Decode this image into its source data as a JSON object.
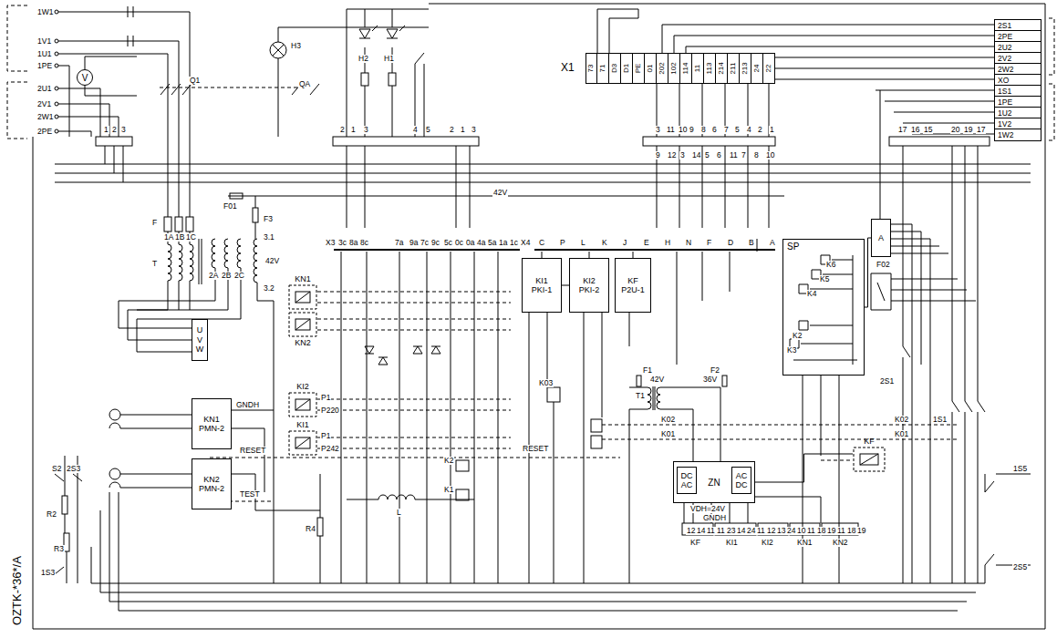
{
  "diagram": {
    "nodes": [
      {
        "text": [
          "X1"
        ]
      },
      {
        "text": [
          "73"
        ],
        "in": 0
      },
      {
        "text": [
          "71"
        ],
        "in": 0
      },
      {
        "text": [
          "D3"
        ],
        "in": 0
      },
      {
        "text": [
          "D1"
        ],
        "in": 0
      },
      {
        "text": [
          "PE"
        ],
        "in": 0
      },
      {
        "text": [
          "01"
        ],
        "in": 0
      },
      {
        "text": [
          "202"
        ],
        "in": 0
      },
      {
        "text": [
          "102"
        ],
        "in": 0
      },
      {
        "text": [
          "114"
        ],
        "in": 0
      },
      {
        "text": [
          "11"
        ],
        "in": 0
      },
      {
        "text": [
          "113"
        ],
        "in": 0
      },
      {
        "text": [
          "214"
        ],
        "in": 0
      },
      {
        "text": [
          "211"
        ],
        "in": 0
      },
      {
        "text": [
          "213"
        ],
        "in": 0
      },
      {
        "text": [
          "24"
        ],
        "in": 0
      },
      {
        "text": [
          "22"
        ],
        "in": 0
      },
      {
        "text": [
          "2S1"
        ]
      },
      {
        "text": [
          "2PE"
        ]
      },
      {
        "text": [
          "2U2"
        ]
      },
      {
        "text": [
          "2V2"
        ]
      },
      {
        "text": [
          "2W2"
        ]
      },
      {
        "text": [
          "XO"
        ]
      },
      {
        "text": [
          "1S1"
        ]
      },
      {
        "text": [
          "1PE"
        ]
      },
      {
        "text": [
          "1U2"
        ]
      },
      {
        "text": [
          "1V2"
        ]
      },
      {
        "text": [
          "1W2"
        ]
      },
      {
        "text": [
          "KI1",
          "PKI-1"
        ]
      },
      {
        "text": [
          "KI2",
          "PKI-2"
        ]
      },
      {
        "text": [
          "KF",
          "P2U-1"
        ]
      },
      {
        "text": [
          "SP"
        ]
      },
      {
        "text": [
          "A"
        ]
      },
      {
        "text": [
          "ZN"
        ]
      },
      {
        "text": [
          "DC",
          "AC"
        ],
        "in": 33
      },
      {
        "text": [
          "AC",
          "DC"
        ],
        "in": 33
      },
      {
        "text": [
          "KN1",
          "PMN-2"
        ]
      },
      {
        "text": [
          "KN2",
          "PMN-2"
        ]
      },
      {
        "text": [
          "U",
          "V",
          "W"
        ]
      },
      {
        "text": [
          "V"
        ]
      },
      {
        "text": [
          "KN1"
        ]
      },
      {
        "text": [
          "KN2"
        ]
      },
      {
        "text": [
          "KI2"
        ]
      },
      {
        "text": [
          "KI1"
        ]
      },
      {
        "text": [
          "KF"
        ]
      }
    ],
    "edges": [
      {
        "from": 33,
        "to": 44,
        "arrow": "none"
      },
      {
        "from": 28,
        "to": 29,
        "arrow": "none"
      },
      {
        "from": 31,
        "to": 32,
        "arrow": "none"
      }
    ],
    "labels": [
      "1W1",
      "1V1",
      "1U1",
      "1PE",
      "2U1",
      "2V1",
      "2W1",
      "2PE",
      "Q1",
      "QA",
      "H3",
      "H2",
      "H1",
      "F",
      "T",
      "F01",
      "F3",
      "42V",
      "X3",
      "3.1",
      "42V",
      "3.2",
      "1A",
      "1B",
      "1C",
      "2A",
      "2B",
      "2C",
      "3c",
      "8a",
      "8c",
      "7a",
      "9a",
      "7c",
      "9c",
      "5c",
      "0c",
      "0a",
      "4a",
      "5a",
      "1a",
      "1c",
      "X4",
      "C",
      "P",
      "L",
      "K",
      "J",
      "E",
      "H",
      "N",
      "F",
      "D",
      "B",
      "A",
      "3",
      "11",
      "10",
      "9",
      "8",
      "6",
      "7",
      "5",
      "4",
      "2",
      "1",
      "9",
      "12",
      "3",
      "14",
      "5",
      "6",
      "11",
      "7",
      "8",
      "10",
      "1",
      "2",
      "3",
      "2",
      "1",
      "3",
      "4",
      "5",
      "2",
      "1",
      "3",
      "17",
      "16",
      "15",
      "20",
      "19",
      "17",
      "RESET",
      "TEST",
      "RESET",
      "K2",
      "K1",
      "K03",
      "K02",
      "K01",
      "K02",
      "K01",
      "T1",
      "F1",
      "F2",
      "42V",
      "36V",
      "L",
      "R4",
      "R2",
      "R3",
      "S2",
      "2S3",
      "1S3",
      "1S5",
      "2S5",
      "2S1",
      "1S1",
      "GNDH",
      "VDH=24V",
      "GNDH",
      "K6",
      "K5",
      "K4",
      "K2",
      "K3",
      "F02",
      "P1",
      "P220",
      "P1",
      "P242",
      "OZTK-*36*/A",
      "12",
      "14",
      "11",
      "11",
      "23",
      "14",
      "24",
      "11",
      "12",
      "13",
      "24",
      "10",
      "11",
      "18",
      "19",
      "11",
      "18",
      "19",
      "KF",
      "KI1",
      "KI2",
      "KN1",
      "KN2"
    ]
  }
}
